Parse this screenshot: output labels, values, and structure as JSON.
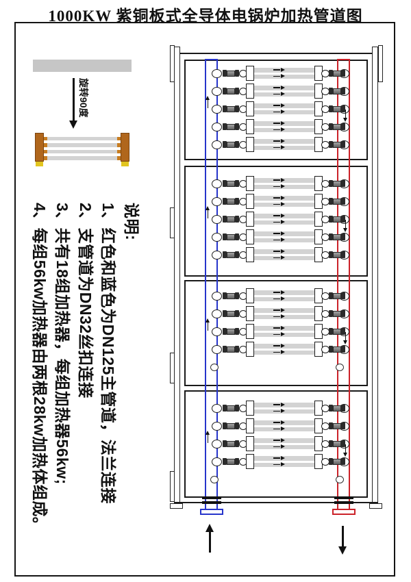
{
  "title": "1000KW 紫铜板式全导体电锅炉加热管道图",
  "legend": {
    "rotate_label": "旋转90度",
    "notes_heading": "说明:",
    "notes": [
      "1、红色和蓝色为DN125主管道，法兰连接",
      "2、支管道为DN32丝扣连接",
      "3、共有18组加热器，每组加热器56kw;",
      "4、每组56kw加热器由两根28kw加热体组成。"
    ]
  },
  "diagram": {
    "sections": [
      {
        "heaters": 5,
        "empty_ports": 0
      },
      {
        "heaters": 5,
        "empty_ports": 0
      },
      {
        "heaters": 4,
        "empty_ports": 1
      },
      {
        "heaters": 4,
        "empty_ports": 1
      }
    ],
    "tubes_per_heater": 2,
    "total_heater_groups": 18,
    "flow": {
      "inlet_arrow": "up",
      "outlet_arrow": "down"
    },
    "colors": {
      "supply_pipe_blue": "#2634cb",
      "return_pipe_red": "#cb2128",
      "heater_tube_gray": "#d3d3d3",
      "copper_block_orange": "#b0661c",
      "copper_tab_orange": "#c77c20",
      "terminal_yellow": "#e2c51f",
      "legend_bar_gray": "#c6c6c6"
    }
  }
}
